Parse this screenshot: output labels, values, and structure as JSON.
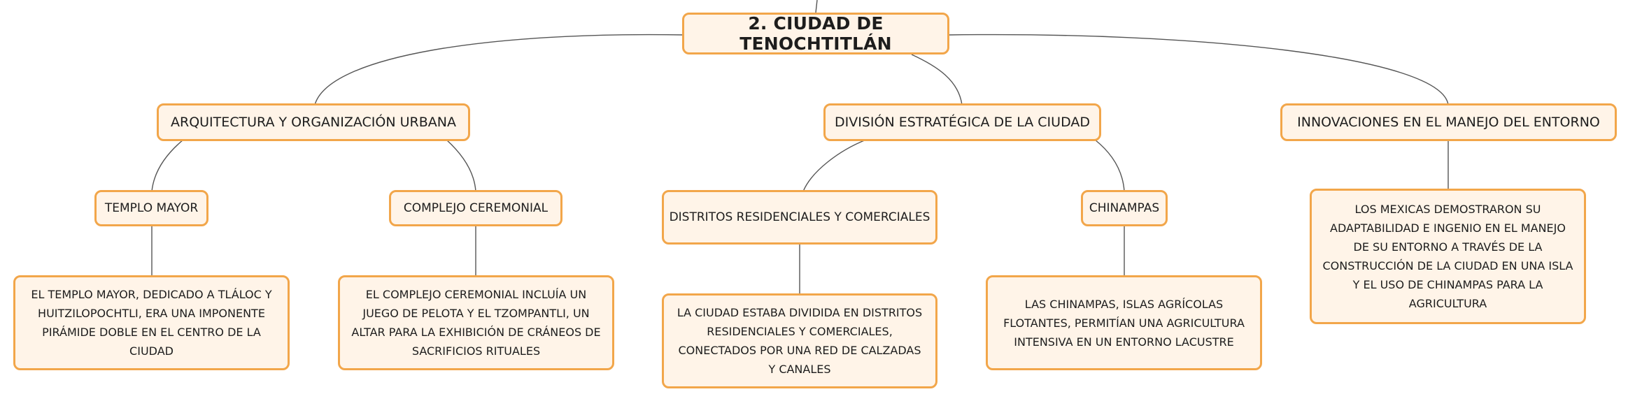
{
  "root": {
    "label": "2. CIUDAD DE TENOCHTITLÁN"
  },
  "branches": [
    {
      "label": "ARQUITECTURA Y ORGANIZACIÓN URBANA",
      "children": [
        {
          "label": "TEMPLO MAYOR",
          "detail": "EL TEMPLO MAYOR, DEDICADO A TLÁLOC Y HUITZILOPOCHTLI, ERA UNA IMPONENTE PIRÁMIDE DOBLE EN EL CENTRO DE LA CIUDAD"
        },
        {
          "label": "COMPLEJO CEREMONIAL",
          "detail": "EL COMPLEJO CEREMONIAL INCLUÍA UN JUEGO DE PELOTA Y EL TZOMPANTLI, UN ALTAR PARA LA EXHIBICIÓN DE CRÁNEOS DE SACRIFICIOS RITUALES"
        }
      ]
    },
    {
      "label": "DIVISIÓN ESTRATÉGICA DE LA CIUDAD",
      "children": [
        {
          "label": "DISTRITOS RESIDENCIALES Y COMERCIALES",
          "detail": "LA CIUDAD ESTABA DIVIDIDA EN DISTRITOS RESIDENCIALES Y COMERCIALES, CONECTADOS POR UNA RED DE CALZADAS Y CANALES"
        },
        {
          "label": "CHINAMPAS",
          "detail": "LAS CHINAMPAS, ISLAS AGRÍCOLAS FLOTANTES, PERMITÍAN UNA AGRICULTURA INTENSIVA EN UN ENTORNO LACUSTRE"
        }
      ]
    },
    {
      "label": "INNOVACIONES EN EL MANEJO DEL ENTORNO",
      "detail": "LOS MEXICAS DEMOSTRARON SU ADAPTABILIDAD E INGENIO EN EL MANEJO DE SU ENTORNO A TRAVÉS DE LA CONSTRUCCIÓN DE LA CIUDAD EN UNA ISLA Y EL USO DE CHINAMPAS PARA LA AGRICULTURA"
    }
  ],
  "colors": {
    "border": "#f2a64a",
    "fill": "#fff4e8",
    "line": "#555555"
  }
}
